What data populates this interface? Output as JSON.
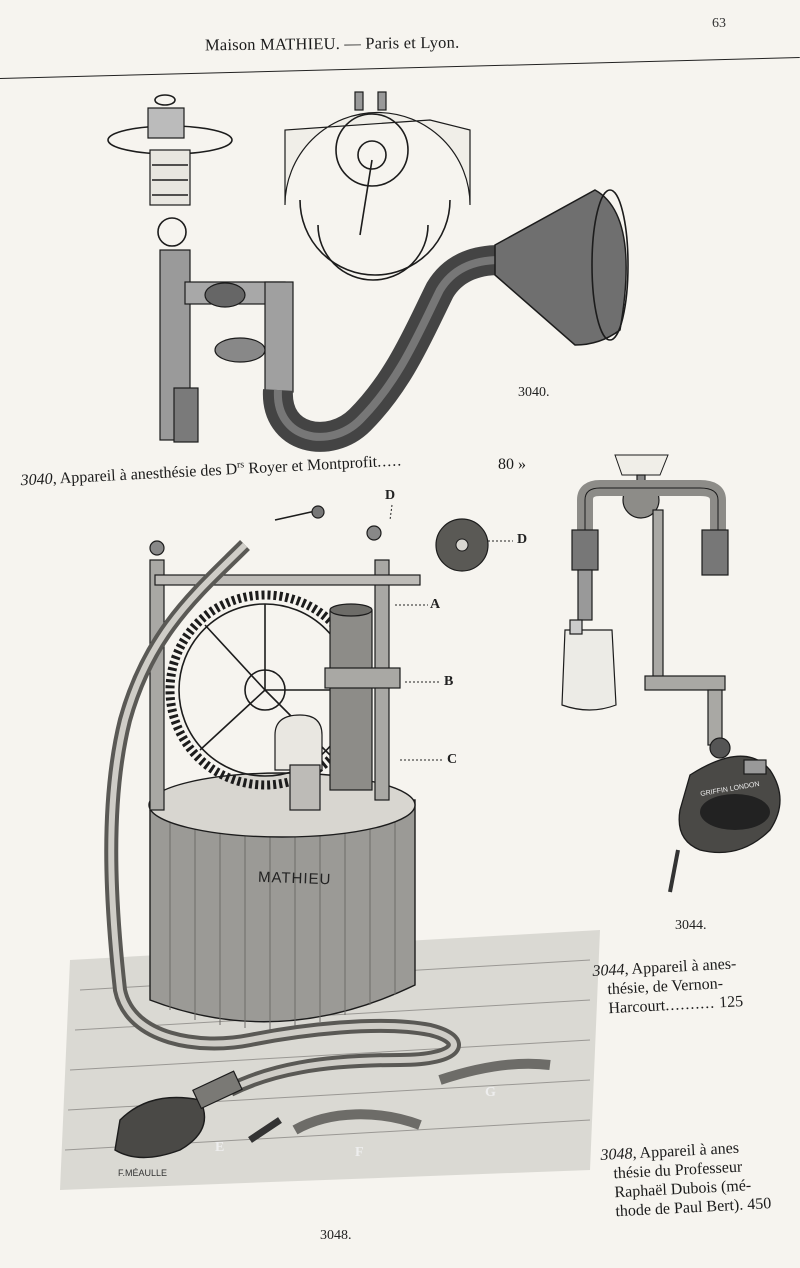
{
  "page": {
    "header": "Maison MATHIEU. — Paris et Lyon.",
    "page_number": "63"
  },
  "items": [
    {
      "number": "3040",
      "figure_label": "3040.",
      "caption_number": "3040",
      "caption_text": ", Appareil à anesthésie des D",
      "caption_sup": "rs",
      "caption_text2": " Royer et Montprofit",
      "leader": ".....",
      "price": "80 »"
    },
    {
      "number": "3044",
      "figure_label": "3044.",
      "caption_number": "3044",
      "caption_line1": ", Appareil à anes-",
      "caption_line2": "thésie, de Vernon-",
      "caption_line3": "Harcourt",
      "leader": "..........",
      "price": "125"
    },
    {
      "number": "3048",
      "figure_label": "3048.",
      "caption_number": "3048",
      "caption_line1": ", Appareil à anes",
      "caption_line2": "thésie du Professeur",
      "caption_line3": "Raphaël Dubois (mé-",
      "caption_line4": "thode de Paul Bert).",
      "price": "450"
    }
  ],
  "figure_text": {
    "mathieu_label": "MATHIEU",
    "letters": [
      "A",
      "B",
      "C",
      "D",
      "D",
      "E",
      "F",
      "G"
    ],
    "engraver_signature": "F.MÉAULLE",
    "griffin_label": "GRIFFIN LONDON"
  },
  "colors": {
    "paper": "#f6f4ef",
    "ink": "#1c1c1c"
  }
}
